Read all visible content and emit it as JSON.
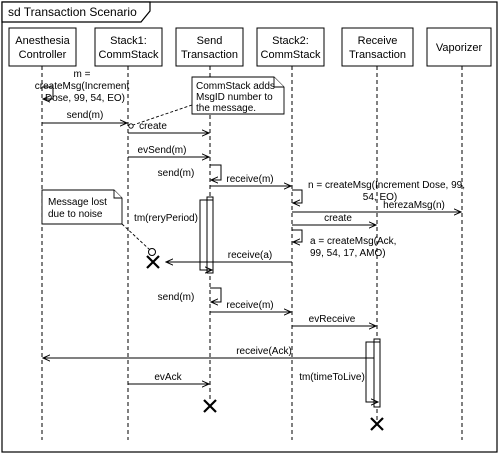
{
  "frame_title": "sd Transaction Scenario",
  "lifelines": [
    {
      "id": "anesthesia",
      "line1": "Anesthesia",
      "line2": "Controller"
    },
    {
      "id": "stack1",
      "line1": "Stack1:",
      "line2": "CommStack"
    },
    {
      "id": "send",
      "line1": "Send",
      "line2": "Transaction"
    },
    {
      "id": "stack2",
      "line1": "Stack2:",
      "line2": "CommStack"
    },
    {
      "id": "receive",
      "line1": "Receive",
      "line2": "Transaction"
    },
    {
      "id": "vaporizer",
      "line1": "Vaporizer",
      "line2": ""
    }
  ],
  "messages": {
    "create_msg_1": [
      "m =",
      "createMsg(Increment",
      "Dose, 99, 54, EO)"
    ],
    "send_m": "send(m)",
    "create_1": "create",
    "evSend_m": "evSend(m)",
    "send_m_self_1": "send(m)",
    "receive_m_1": "receive(m)",
    "create_msg_2": [
      "n = createMsg(Increment Dose, 99,",
      "54, EO)"
    ],
    "hereza_msg": "herezaMsg(n)",
    "create_2": "create",
    "create_msg_ack": [
      "a = createMsg(Ack,",
      "99, 54, 17, AMO)"
    ],
    "tm_retry": "tm(reryPeriod)",
    "receive_a": "receive(a)",
    "send_m_self_2": "send(m)",
    "receive_m_2": "receive(m)",
    "evReceive": "evReceive",
    "receive_ack": "receive(Ack)",
    "tm_ttl": "tm(timeToLive)",
    "evAck": "evAck"
  },
  "notes": {
    "commstack_note": [
      "CommStack adds",
      "MsgID number to",
      "the message."
    ],
    "lost_note": [
      "Message lost",
      "due to noise"
    ]
  }
}
